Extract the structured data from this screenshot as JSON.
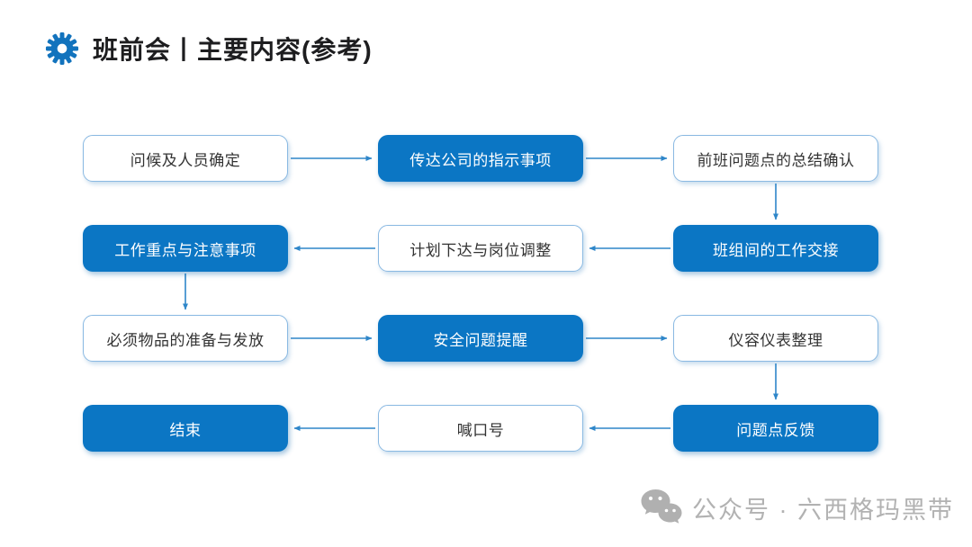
{
  "page": {
    "title": "班前会丨主要内容(参考)",
    "background_color": "#ffffff",
    "title_color": "#1d1d1f",
    "accent_color": "#0b76c4"
  },
  "header": {
    "icon": "gear-icon",
    "icon_color": "#1273bd"
  },
  "flow": {
    "type": "flowchart",
    "style": {
      "filled_box_color": "#0b76c4",
      "outline_box_border": "#8ab9e2",
      "outline_text_color": "#333333",
      "filled_text_color": "#ffffff",
      "arrow_color": "#2e86c9"
    },
    "boxes": [
      {
        "label": "问候及人员确定",
        "variant": "outline",
        "row": 1,
        "col": 1
      },
      {
        "label": "传达公司的指示事项",
        "variant": "filled",
        "row": 1,
        "col": 2
      },
      {
        "label": "前班问题点的总结确认",
        "variant": "outline",
        "row": 1,
        "col": 3
      },
      {
        "label": "工作重点与注意事项",
        "variant": "filled",
        "row": 2,
        "col": 1
      },
      {
        "label": "计划下达与岗位调整",
        "variant": "outline",
        "row": 2,
        "col": 2
      },
      {
        "label": "班组间的工作交接",
        "variant": "filled",
        "row": 2,
        "col": 3
      },
      {
        "label": "必须物品的准备与发放",
        "variant": "outline",
        "row": 3,
        "col": 1
      },
      {
        "label": "安全问题提醒",
        "variant": "filled",
        "row": 3,
        "col": 2
      },
      {
        "label": "仪容仪表整理",
        "variant": "outline",
        "row": 3,
        "col": 3
      },
      {
        "label": "结束",
        "variant": "filled",
        "row": 4,
        "col": 1
      },
      {
        "label": "喊口号",
        "variant": "outline",
        "row": 4,
        "col": 2
      },
      {
        "label": "问题点反馈",
        "variant": "filled",
        "row": 4,
        "col": 3
      }
    ],
    "edges": [
      {
        "from": 0,
        "to": 1
      },
      {
        "from": 1,
        "to": 2
      },
      {
        "from": 2,
        "to": 5
      },
      {
        "from": 5,
        "to": 4
      },
      {
        "from": 4,
        "to": 3
      },
      {
        "from": 3,
        "to": 6
      },
      {
        "from": 6,
        "to": 7
      },
      {
        "from": 7,
        "to": 8
      },
      {
        "from": 8,
        "to": 11
      },
      {
        "from": 11,
        "to": 10
      },
      {
        "from": 10,
        "to": 9
      }
    ]
  },
  "watermark": {
    "icon": "wechat-icon",
    "text": "公众号 · 六西格玛黑带",
    "color": "#b2b2b2"
  }
}
